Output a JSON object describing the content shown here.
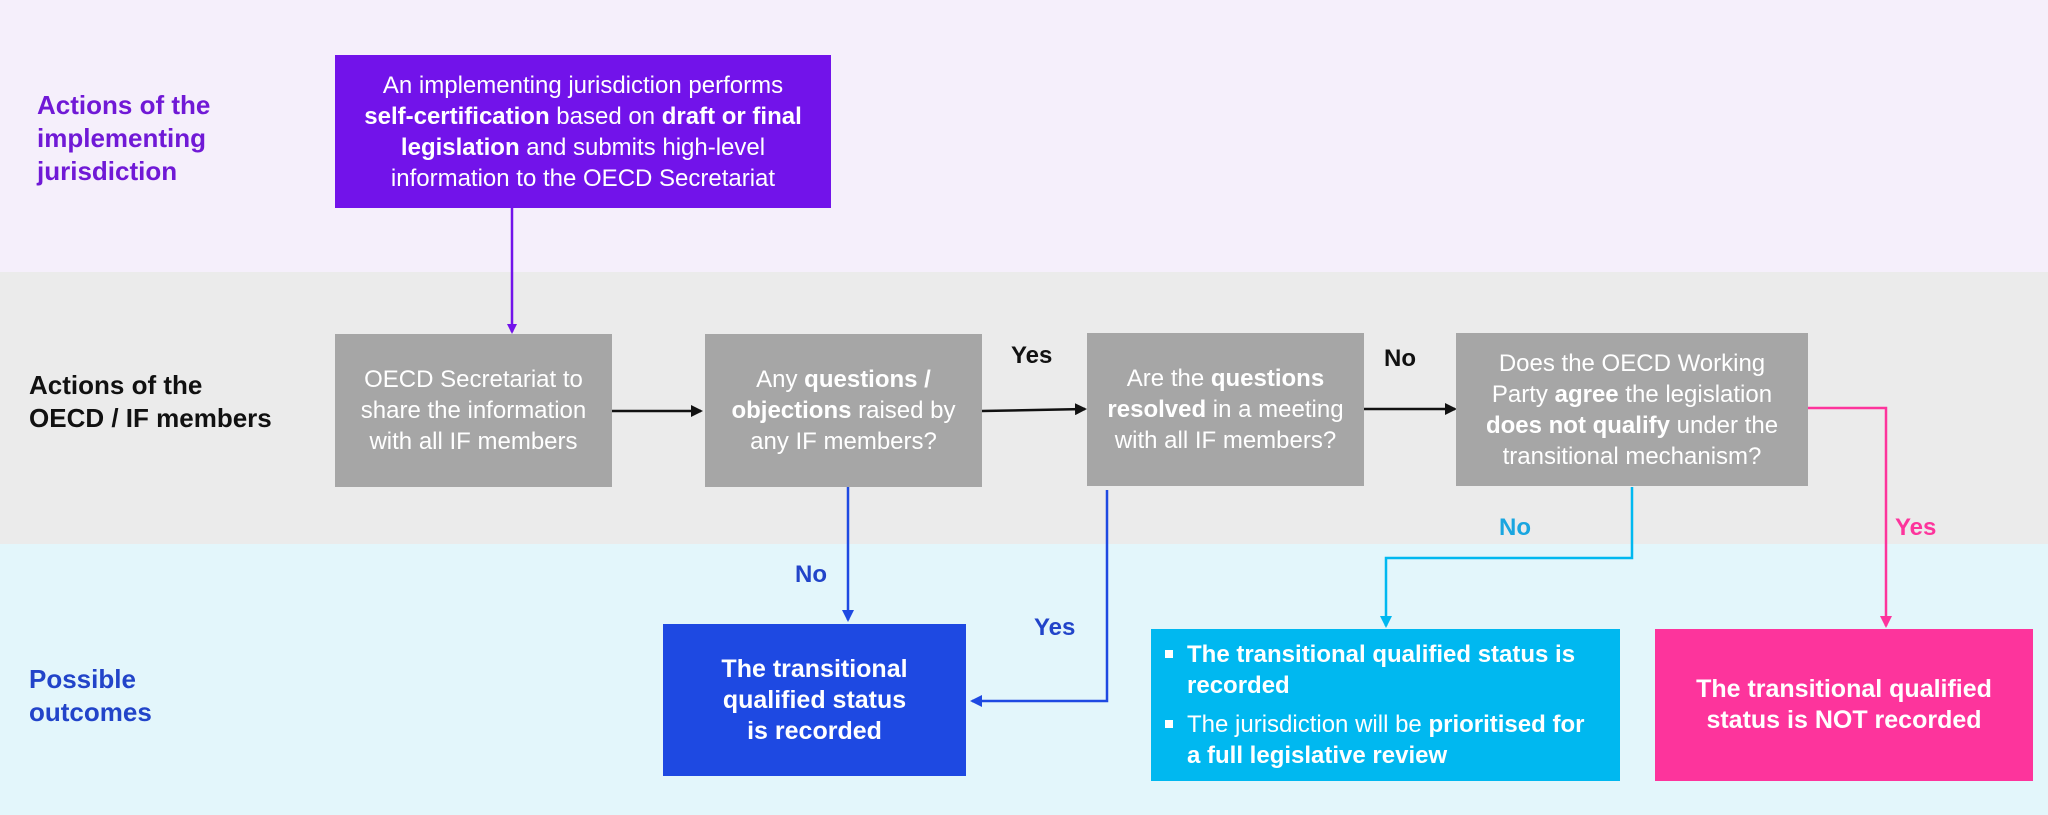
{
  "lanes": {
    "implementing": {
      "line1": "Actions of the",
      "line2": "implementing",
      "line3": "jurisdiction"
    },
    "oecd": {
      "line1": "Actions of the",
      "line2": "OECD / IF members"
    },
    "outcomes": {
      "line1": "Possible",
      "line2": "outcomes"
    }
  },
  "boxes": {
    "self_cert": {
      "l1": "An implementing jurisdiction performs",
      "l2a": "self-certification",
      "l2b": " based on ",
      "l2c": "draft or final",
      "l3a": "legislation",
      "l3b": " and submits high-level",
      "l4": "information to the OECD Secretariat"
    },
    "share": {
      "l1": "OECD Secretariat to",
      "l2": "share the information",
      "l3": "with all IF members"
    },
    "questions": {
      "l1a": "Any ",
      "l1b": "questions /",
      "l2a": "objections",
      "l2b": " raised by",
      "l3": "any IF members?"
    },
    "resolved": {
      "l1a": "Are the ",
      "l1b": "questions",
      "l2a": "resolved",
      "l2b": " in a meeting",
      "l3": "with all IF members?"
    },
    "wp_agree": {
      "l1": "Does the OECD Working",
      "l2a": "Party ",
      "l2b": "agree",
      "l2c": " the legislation",
      "l3a": "does not qualify",
      "l3b": " under the",
      "l4": "transitional mechanism?"
    },
    "recorded": {
      "l1": "The transitional",
      "l2": "qualified status",
      "l3": "is recorded"
    },
    "recorded_review": {
      "b1": "The transitional qualified status is recorded",
      "b2a": "The jurisdiction will be ",
      "b2b": "prioritised for a full legislative review"
    },
    "not_recorded": {
      "l1": "The transitional qualified",
      "l2": "status is NOT recorded"
    }
  },
  "edge_labels": {
    "q_yes": "Yes",
    "q_no": "No",
    "r_no": "No",
    "r_yes": "Yes",
    "wp_no": "No",
    "wp_yes": "Yes"
  },
  "colors": {
    "purple": "#7213ea",
    "gray": "#a6a6a6",
    "blue": "#1e49e2",
    "cyan": "#00b8f0",
    "pink": "#fd349c",
    "label_purple": "#7019d6",
    "label_blue": "#2244c9"
  }
}
